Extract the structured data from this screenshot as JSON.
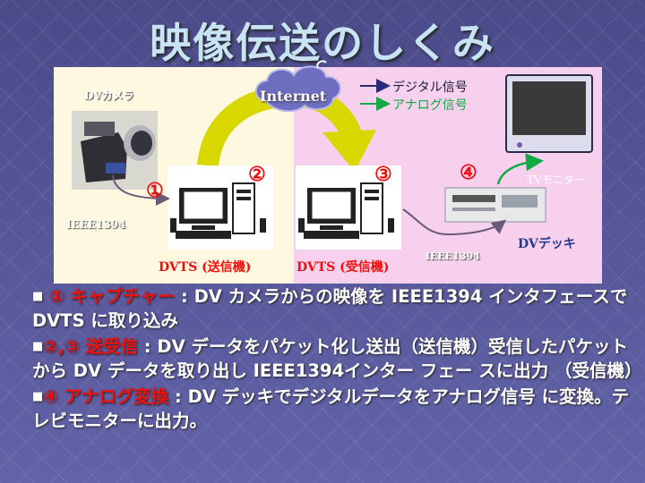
{
  "title": "映像伝送のしくみ",
  "diagram": {
    "camera_label": "DVカメラ",
    "ieee_left": "IEEE1394",
    "ieee_right": "IEEE1394",
    "internet_label": "Internet",
    "legend": {
      "digital": "デジタル信号",
      "analog": "アナログ信号"
    },
    "markers": [
      "①",
      "②",
      "③",
      "④"
    ],
    "sender_label": "DVTS (送信機)",
    "receiver_label": "DVTS (受信機)",
    "monitor_label": "TVモニター",
    "deck_label": "DVデッキ"
  },
  "bullets": [
    {
      "heading": "① キャプチャー",
      "text": " : DV カメラからの映像を IEEE1394 インタフェースで DVTS に取り込み"
    },
    {
      "heading": "②,③ 送受信",
      "text": " : DV データをパケット化し送出（送信機）受信したパケットから DV データを取り出し IEEE1394インター フェー スに出力 （受信機）"
    },
    {
      "heading": "④ アナログ変換",
      "text": " : DV デッキでデジタルデータをアナログ信号 に変換。テレビモニターに出力。"
    }
  ],
  "colors": {
    "marker_red": "#ee1111",
    "digital_arrow": "#2a2a7a",
    "analog_arrow": "#11aa44",
    "big_arrow": "#d8d800"
  }
}
